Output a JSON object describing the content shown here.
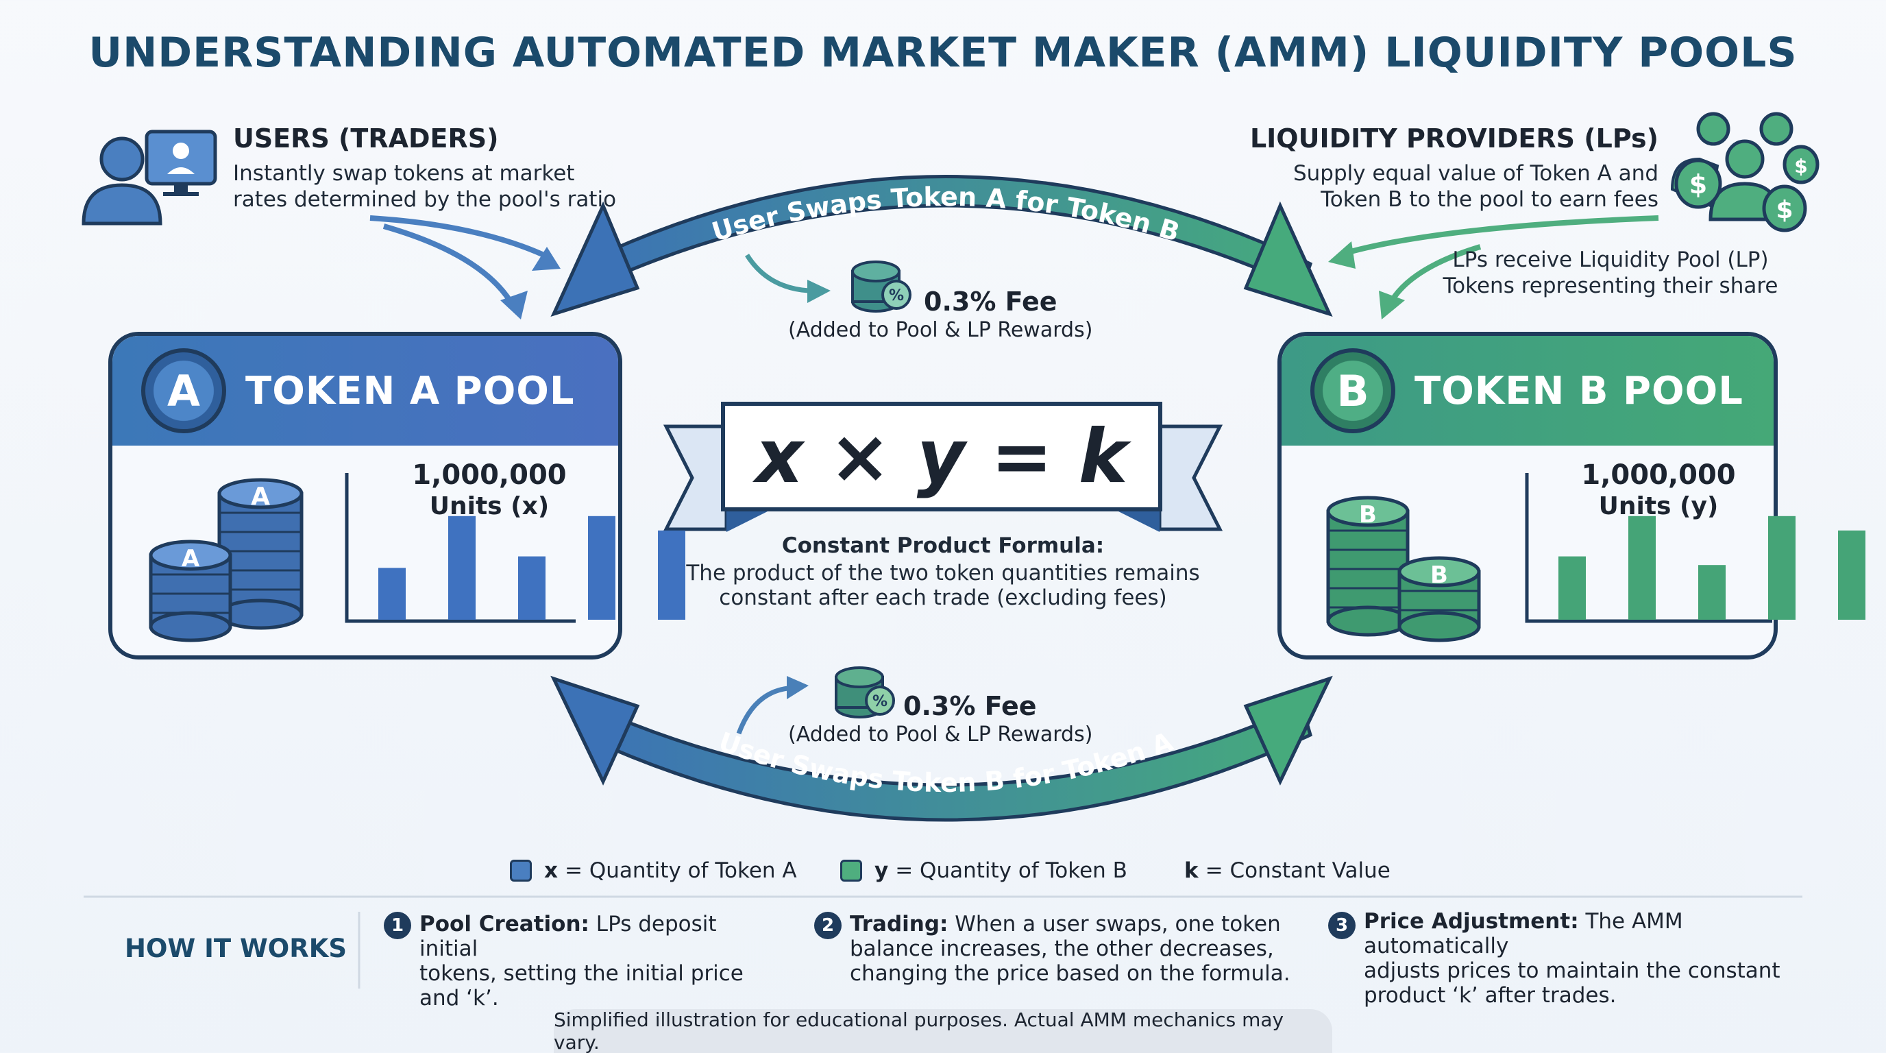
{
  "title": "UNDERSTANDING AUTOMATED MARKET MAKER (AMM) LIQUIDITY POOLS",
  "users": {
    "title": "USERS (TRADERS)",
    "desc_line1": "Instantly swap tokens at market",
    "desc_line2": "rates determined by the pool's ratio"
  },
  "lps": {
    "title": "LIQUIDITY PROVIDERS (LPs)",
    "desc_line1": "Supply equal value of Token A and",
    "desc_line2": "Token B to the pool to earn fees",
    "note_line1": "LPs receive Liquidity Pool (LP)",
    "note_line2": "Tokens representing their share"
  },
  "swap_top": "User Swaps Token A for Token B",
  "swap_bottom": "User Swaps Token B for Token A",
  "fee_top": {
    "title": "0.3% Fee",
    "sub": "(Added to Pool & LP Rewards)"
  },
  "fee_bottom": {
    "title": "0.3% Fee",
    "sub": "(Added to Pool & LP Rewards)"
  },
  "pool_a": {
    "letter": "A",
    "name": "TOKEN A POOL",
    "units": "1,000,000",
    "units_label": "Units (x)",
    "bars": [
      0.36,
      0.72,
      0.44,
      0.72,
      0.62
    ]
  },
  "pool_b": {
    "letter": "B",
    "name": "TOKEN B POOL",
    "units": "1,000,000",
    "units_label": "Units (y)",
    "bars": [
      0.44,
      0.72,
      0.38,
      0.72,
      0.62
    ]
  },
  "formula": "x × y = k",
  "formula_caption": {
    "title": "Constant Product Formula:",
    "line1": "The product of the two token quantities remains",
    "line2": "constant after each trade (excluding fees)"
  },
  "legend": [
    {
      "key": "x",
      "text": "= Quantity of Token A",
      "color": "#4a7fc0"
    },
    {
      "key": "y",
      "text": "= Quantity of Token B",
      "color": "#4fae7f"
    },
    {
      "key": "k",
      "text": "= Constant Value",
      "color": ""
    }
  ],
  "how_it_works": {
    "label": "HOW IT WORKS",
    "steps": [
      {
        "num": "1",
        "title": "Pool Creation:",
        "line1": "LPs deposit initial",
        "line2": "tokens, setting the initial price",
        "line3": "and ‘k’."
      },
      {
        "num": "2",
        "title": "Trading:",
        "line1": "When a user swaps, one token",
        "line2": "balance increases, the other decreases,",
        "line3": "changing the price based on the formula."
      },
      {
        "num": "3",
        "title": "Price Adjustment:",
        "line1": "The AMM automatically",
        "line2": "adjusts prices to maintain the constant",
        "line3": "product ‘k’ after trades."
      }
    ]
  },
  "footer": "Simplified illustration for educational purposes. Actual AMM mechanics may vary.",
  "colors": {
    "navy": "#1f3b5c",
    "blue": "#4a7fc0",
    "green": "#4fae7f",
    "title": "#1b4a6b"
  }
}
